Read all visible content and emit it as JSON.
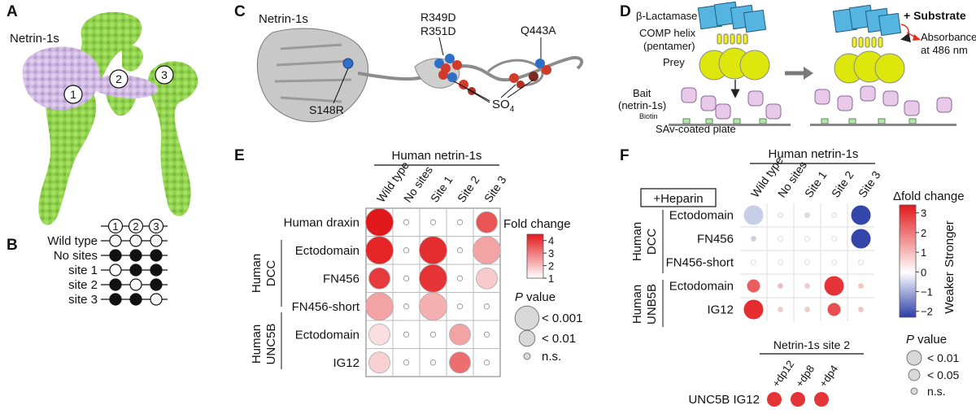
{
  "panels": {
    "A": {
      "letter": "A",
      "label": "Netrin-1s",
      "sites": [
        "1",
        "2",
        "3"
      ]
    },
    "B": {
      "letter": "B",
      "site_numbers": [
        "1",
        "2",
        "3"
      ],
      "rows": [
        {
          "label": "Wild type",
          "filled": [
            false,
            false,
            false
          ]
        },
        {
          "label": "No sites",
          "filled": [
            true,
            true,
            true
          ]
        },
        {
          "label": "site 1",
          "filled": [
            false,
            true,
            true
          ]
        },
        {
          "label": "site 2",
          "filled": [
            true,
            false,
            true
          ]
        },
        {
          "label": "site 3",
          "filled": [
            true,
            true,
            false
          ]
        }
      ]
    },
    "C": {
      "letter": "C",
      "label": "Netrin-1s",
      "mut1": "R349D",
      "mut2": "R351D",
      "mut3": "Q443A",
      "mut4": "S148R",
      "so4": "SO",
      "so4_sub": "4"
    },
    "D": {
      "letter": "D",
      "beta": "β-Lactamase",
      "comp1": "COMP helix",
      "comp2": "(pentamer)",
      "prey": "Prey",
      "bait1": "Bait",
      "bait2": "(netrin-1s)",
      "biotin": "Biotin",
      "plate": "SAv-coated plate",
      "substrate": "+ Substrate",
      "abs1": "Absorbance",
      "abs2": "at 486 nm"
    },
    "E": {
      "letter": "E",
      "header": "Human netrin-1s",
      "columns": [
        "Wild type",
        "No sites",
        "Site 1",
        "Site 2",
        "Site 3"
      ],
      "group_labels": [
        {
          "line1": "Human",
          "line2": "DCC"
        },
        {
          "line1": "Human",
          "line2": "UNC5B"
        }
      ],
      "rows": [
        {
          "label": "Human draxin",
          "values": [
            4.5,
            1.0,
            1.0,
            1.0,
            3.6
          ],
          "sig": [
            "p001",
            "ns",
            "ns",
            "ns",
            "p01"
          ]
        },
        {
          "label": "Ectodomain",
          "values": [
            4.3,
            1.0,
            4.2,
            1.0,
            2.4
          ],
          "sig": [
            "p001",
            "ns",
            "p001",
            "ns",
            "p001"
          ]
        },
        {
          "label": "FN456",
          "values": [
            4.0,
            1.0,
            4.1,
            1.0,
            1.8
          ],
          "sig": [
            "p01",
            "ns",
            "p001",
            "ns",
            "p01"
          ]
        },
        {
          "label": "FN456-short",
          "values": [
            2.4,
            1.0,
            2.2,
            1.0,
            1.0
          ],
          "sig": [
            "p001",
            "ns",
            "p001",
            "ns",
            "ns"
          ]
        },
        {
          "label": "Ectodomain",
          "values": [
            1.5,
            1.0,
            1.0,
            2.4,
            1.0
          ],
          "sig": [
            "p01",
            "ns",
            "ns",
            "p01",
            "ns"
          ]
        },
        {
          "label": "IG12",
          "values": [
            1.7,
            1.0,
            1.0,
            3.2,
            1.0
          ],
          "sig": [
            "p01",
            "ns",
            "ns",
            "p01",
            "ns"
          ]
        }
      ],
      "legend": {
        "title": "Fold change",
        "ticks": [
          "4",
          "3",
          "2",
          "1"
        ],
        "range": [
          1,
          4.5
        ],
        "pvalue": "P",
        "pvalue_rest": " value",
        "sizes": [
          {
            "key": "p001",
            "label": "< 0.001"
          },
          {
            "key": "p01",
            "label": "< 0.01"
          },
          {
            "key": "ns",
            "label": "n.s."
          }
        ]
      }
    },
    "F": {
      "letter": "F",
      "heparin": "+Heparin",
      "header": "Human netrin-1s",
      "columns": [
        "Wild type",
        "No sites",
        "Site 1",
        "Site 2",
        "Site 3"
      ],
      "group_labels": [
        {
          "line1": "Human",
          "line2": "DCC"
        },
        {
          "line1": "Human",
          "line2": "UNB5B"
        }
      ],
      "rows": [
        {
          "label": "Ectodomain",
          "values": [
            -0.6,
            -0.1,
            -0.4,
            -0.1,
            -2.2
          ],
          "sig": [
            "p01",
            "ns",
            "ns",
            "ns",
            "p01"
          ]
        },
        {
          "label": "FN456",
          "values": [
            -0.6,
            0.0,
            0.0,
            0.0,
            -2.2
          ],
          "sig": [
            "ns",
            "ns",
            "ns",
            "ns",
            "p01"
          ]
        },
        {
          "label": "FN456-short",
          "values": [
            0.0,
            0.0,
            0.0,
            0.0,
            0.0
          ],
          "sig": [
            "ns",
            "ns",
            "ns",
            "ns",
            "ns"
          ]
        },
        {
          "label": "Ectodomain",
          "values": [
            2.4,
            1.0,
            0.8,
            3.0,
            0.9
          ],
          "sig": [
            "p05",
            "ns",
            "ns",
            "p01",
            "ns"
          ]
        },
        {
          "label": "IG12",
          "values": [
            3.1,
            0.8,
            0.8,
            2.6,
            0.9
          ],
          "sig": [
            "p01",
            "ns",
            "ns",
            "p05",
            "ns"
          ]
        }
      ],
      "legend": {
        "title": "Δfold change",
        "ticks": [
          "3",
          "2",
          "1",
          "0",
          "−1",
          "−2"
        ],
        "range": [
          -2.3,
          3.4
        ],
        "stronger": "Stronger",
        "weaker": "Weaker",
        "pvalue": "P",
        "pvalue_rest": " value",
        "sizes": [
          {
            "key": "p01",
            "label": "< 0.01"
          },
          {
            "key": "p05",
            "label": "< 0.05"
          },
          {
            "key": "ns",
            "label": "n.s."
          }
        ]
      },
      "site2": {
        "header": "Netrin-1s site 2",
        "columns": [
          "+dp12",
          "+dp8",
          "+dp4"
        ],
        "row_label": "UNC5B IG12",
        "values": [
          3.0,
          3.0,
          3.0
        ]
      }
    }
  }
}
